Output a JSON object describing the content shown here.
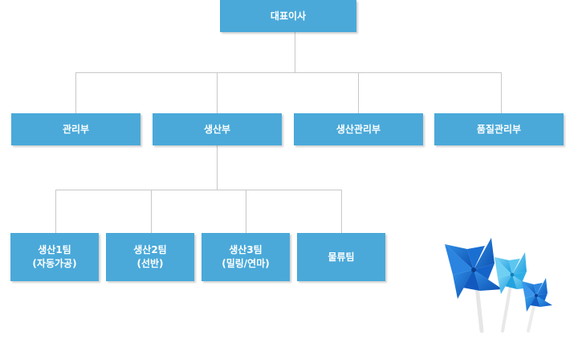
{
  "org": {
    "ceo": "대표이사",
    "departments": [
      {
        "label": "관리부"
      },
      {
        "label": "생산부"
      },
      {
        "label": "생산관리부"
      },
      {
        "label": "품질관리부"
      }
    ],
    "teams": [
      {
        "line1": "생산1팀",
        "line2": "(자동가공)"
      },
      {
        "line1": "생산2팀",
        "line2": "(선반)"
      },
      {
        "line1": "생산3팀",
        "line2": "(밀링/연마)"
      },
      {
        "line1": "물류팀",
        "line2": ""
      }
    ]
  },
  "colors": {
    "box": "#4aa9d9",
    "connector": "#c8c8c8",
    "pinwheel_dark": "#1565c8",
    "pinwheel_light": "#3fb8e8"
  },
  "decoration": {
    "icon": "pinwheels-icon"
  }
}
